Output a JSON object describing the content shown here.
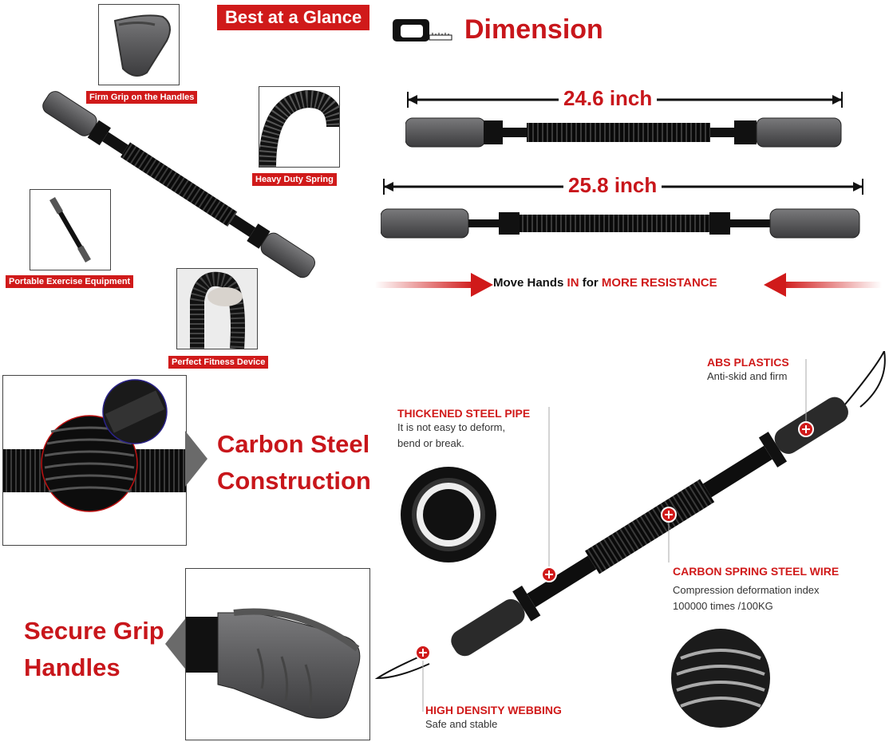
{
  "glance": {
    "title": "Best at a Glance",
    "labels": {
      "grip": "Firm Grip on the Handles",
      "spring": "Heavy Duty Spring",
      "portable": "Portable Exercise Equipment",
      "fitness": "Perfect Fitness Device"
    }
  },
  "dimension": {
    "title": "Dimension",
    "short_length": "24.6 inch",
    "long_length": "25.8 inch",
    "resistance": {
      "prefix": "Move Hands ",
      "in": "IN",
      "mid": " for ",
      "more": "MORE RESISTANCE"
    }
  },
  "features": {
    "carbon_line1": "Carbon Steel",
    "carbon_line2": "Construction",
    "grip_line1": "Secure Grip",
    "grip_line2": "Handles"
  },
  "specs": {
    "abs": {
      "title": "ABS PLASTICS",
      "desc": "Anti-skid and firm"
    },
    "pipe": {
      "title": "THICKENED STEEL PIPE",
      "desc1": "It is not easy to deform,",
      "desc2": "bend or break."
    },
    "wire": {
      "title": "CARBON SPRING STEEL WIRE",
      "desc1": "Compression deformation index",
      "desc2": "100000 times /100KG"
    },
    "webbing": {
      "title": "HIGH DENSITY WEBBING",
      "desc": "Safe and stable"
    }
  },
  "colors": {
    "accent": "#c8161b",
    "handle": "#58585a",
    "metal": "#111111"
  }
}
